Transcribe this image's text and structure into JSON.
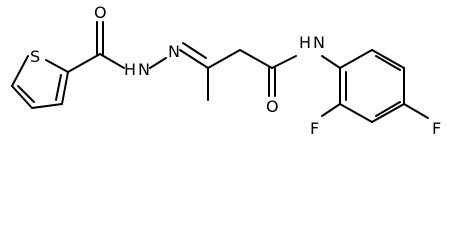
{
  "atoms": {
    "sulfur": "S",
    "carbonyl_oxygen_left": "O",
    "hydrazone_nh": "N",
    "hydrazone_h": "H",
    "imine_n": "N",
    "amide_oxygen": "O",
    "amide_nh": "N",
    "amide_h": "H",
    "fluorine_ortho": "F",
    "fluorine_para": "F"
  }
}
